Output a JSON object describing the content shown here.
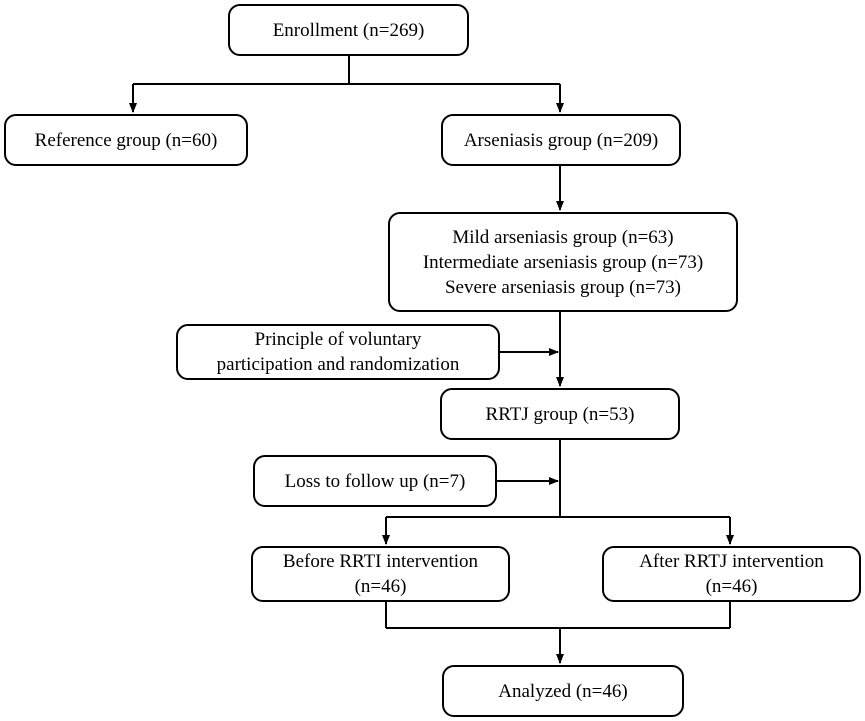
{
  "flowchart": {
    "enrollment": {
      "lines": [
        "Enrollment (n=269)"
      ]
    },
    "reference": {
      "lines": [
        "Reference group (n=60)"
      ]
    },
    "arseniasis": {
      "lines": [
        "Arseniasis group (n=209)"
      ]
    },
    "severity": {
      "lines": [
        "Mild arseniasis group (n=63)",
        "Intermediate arseniasis group (n=73)",
        "Severe arseniasis group (n=73)"
      ]
    },
    "principle": {
      "lines": [
        "Principle of voluntary",
        "participation and randomization"
      ]
    },
    "rrtj": {
      "lines": [
        "RRTJ  group (n=53)"
      ]
    },
    "loss": {
      "lines": [
        "Loss to follow up (n=7)"
      ]
    },
    "before": {
      "lines": [
        "Before RRTI intervention",
        "(n=46)"
      ]
    },
    "after": {
      "lines": [
        "After RRTJ intervention",
        "(n=46)"
      ]
    },
    "analyzed": {
      "lines": [
        "Analyzed (n=46)"
      ]
    }
  },
  "colors": {
    "stroke": "#000000",
    "background": "#ffffff"
  }
}
